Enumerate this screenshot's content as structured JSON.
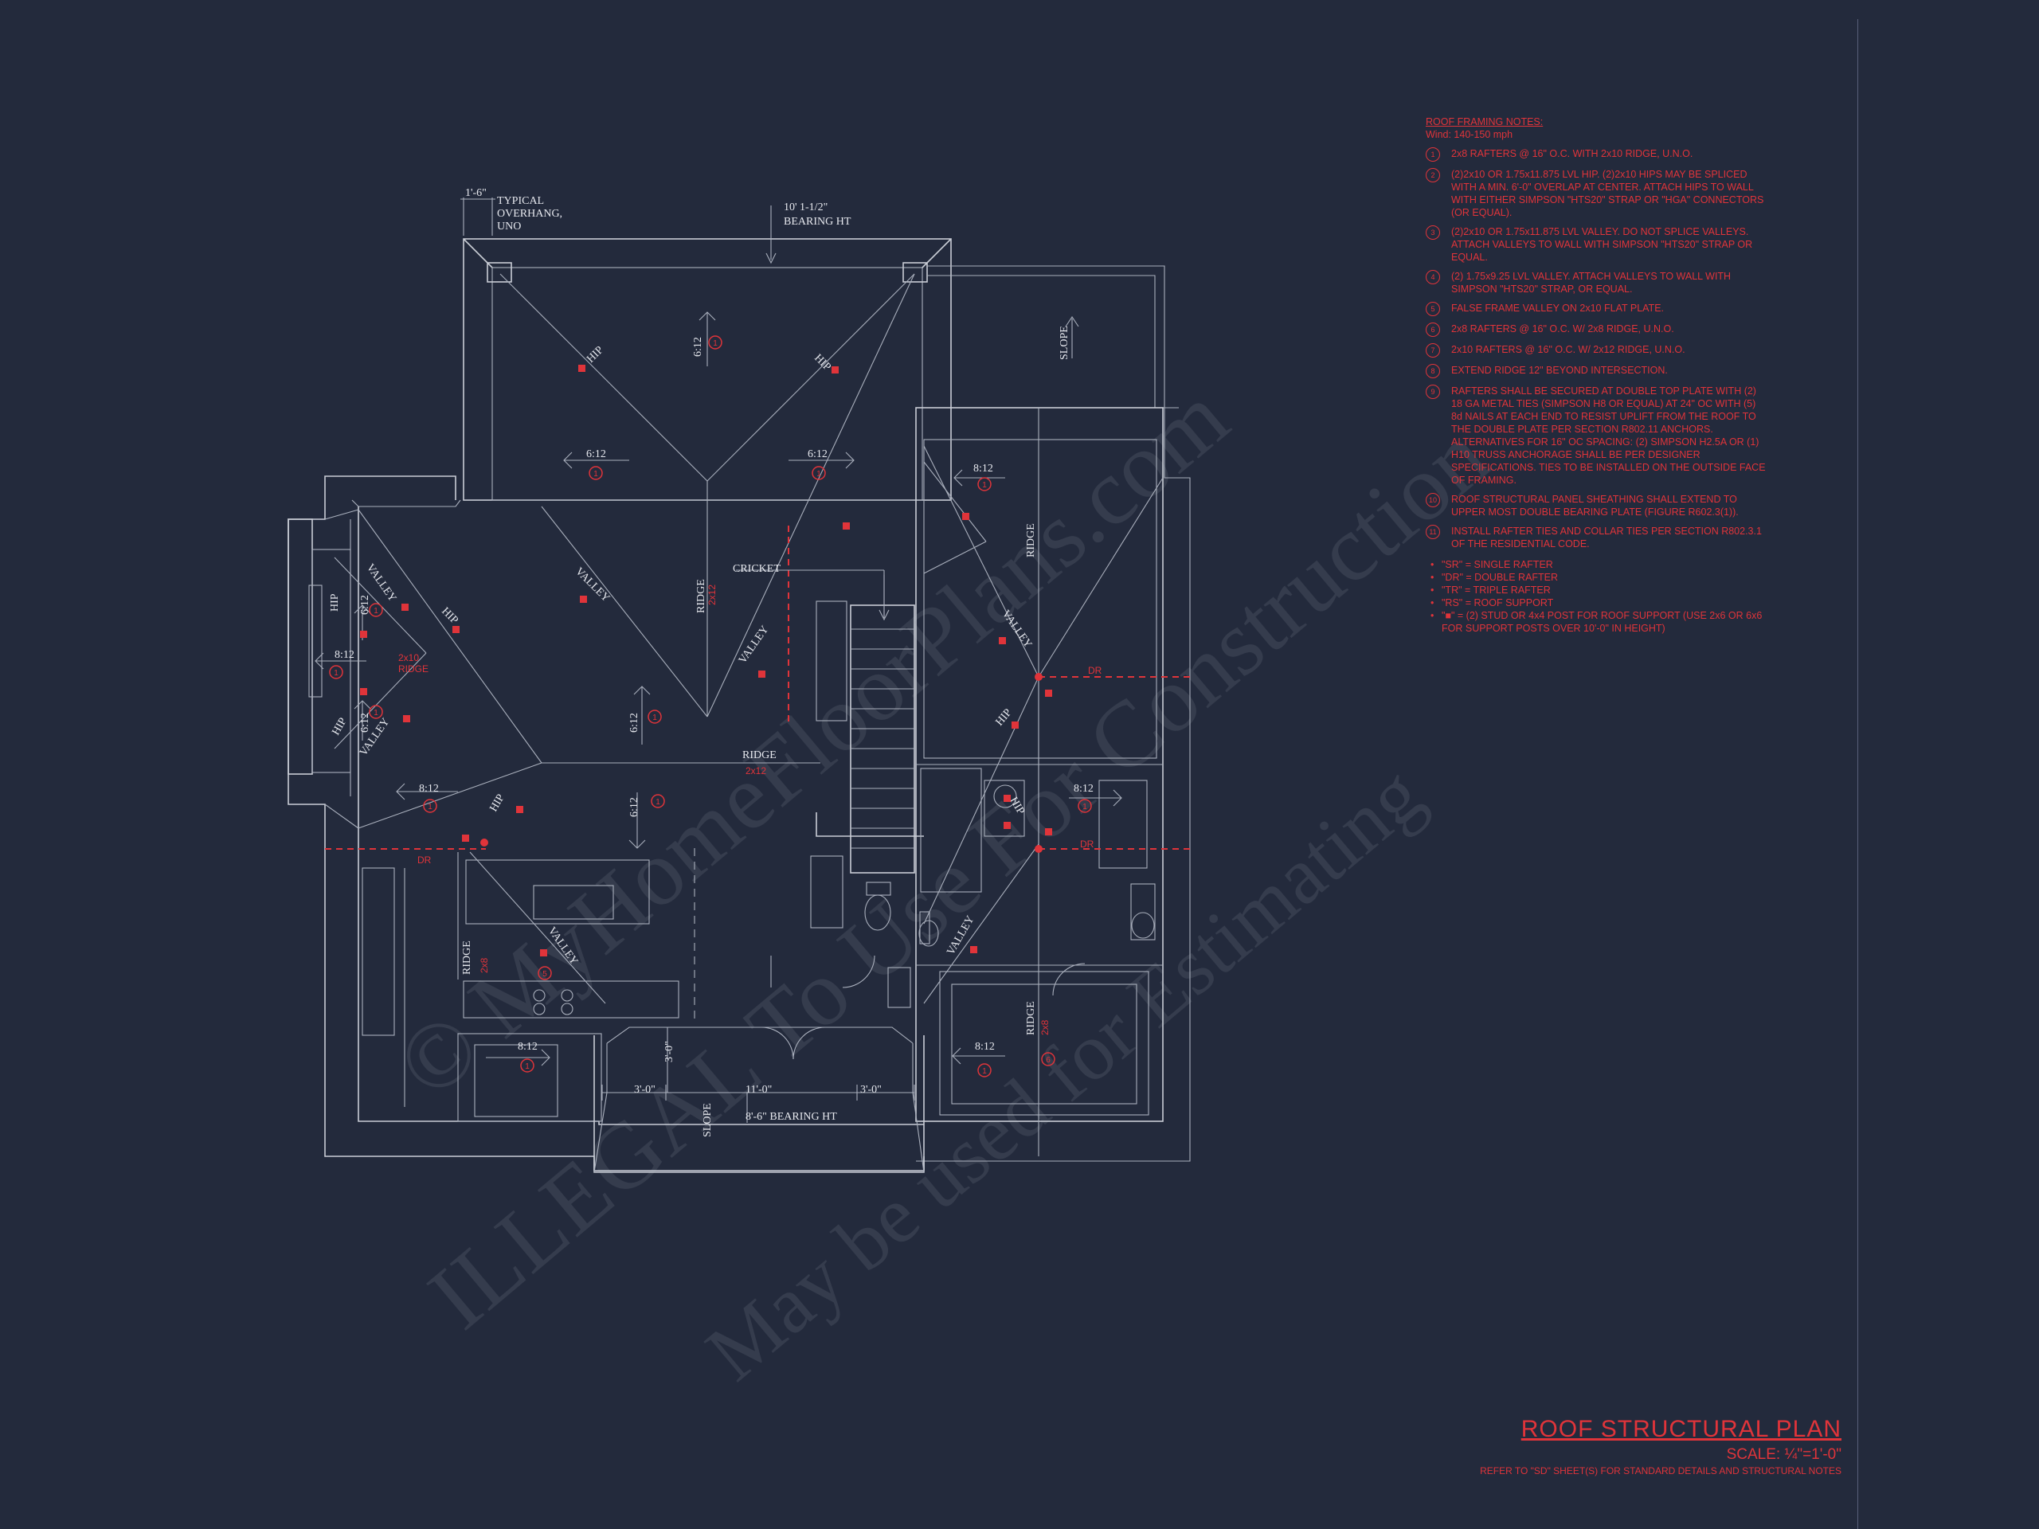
{
  "plan": {
    "overhang_dim": "1'-6\"",
    "overhang_note_1": "TYPICAL",
    "overhang_note_2": "OVERHANG,",
    "overhang_note_3": "UNO",
    "bearing_top_dim": "10' 1-1/2\"",
    "bearing_top_label": "BEARING HT",
    "bearing_bottom": "8'-6\" BEARING HT",
    "dim_left": "3'-0\"",
    "dim_mid": "11'-0\"",
    "dim_right": "3'-0\"",
    "dim_vert": "3'-0\"",
    "labels": {
      "hip": "HIP",
      "valley": "VALLEY",
      "ridge": "RIDGE",
      "cricket": "CRICKET",
      "slope": "SLOPE",
      "dr": "DR",
      "p612": "6:12",
      "p812": "8:12",
      "r2x12": "2x12",
      "r2x10": "2x10",
      "r2x8": "2x8",
      "ridge_red": "RIDGE",
      "ref1": "1",
      "ref5": "5",
      "ref6": "6"
    }
  },
  "notes": {
    "heading": "ROOF FRAMING NOTES:",
    "wind": "Wind: 140-150 mph",
    "items": [
      {
        "n": "1",
        "text": "2x8 RAFTERS @ 16\" O.C. WITH 2x10 RIDGE, U.N.O."
      },
      {
        "n": "2",
        "text": "(2)2x10 OR 1.75x11.875 LVL HIP. (2)2x10 HIPS MAY BE SPLICED WITH A MIN. 6'-0\" OVERLAP AT CENTER. ATTACH HIPS TO WALL WITH EITHER SIMPSON \"HTS20\" STRAP OR \"HGA\" CONNECTORS (OR EQUAL)."
      },
      {
        "n": "3",
        "text": "(2)2x10 OR 1.75x11.875 LVL VALLEY. DO NOT SPLICE VALLEYS. ATTACH VALLEYS TO WALL WITH SIMPSON \"HTS20\" STRAP OR EQUAL."
      },
      {
        "n": "4",
        "text": "(2) 1.75x9.25 LVL VALLEY. ATTACH VALLEYS TO WALL WITH SIMPSON \"HTS20\" STRAP, OR EQUAL."
      },
      {
        "n": "5",
        "text": "FALSE FRAME VALLEY ON 2x10 FLAT PLATE."
      },
      {
        "n": "6",
        "text": "2x8 RAFTERS @ 16\" O.C. W/ 2x8 RIDGE, U.N.O."
      },
      {
        "n": "7",
        "text": "2x10 RAFTERS @ 16\" O.C. W/ 2x12 RIDGE, U.N.O."
      },
      {
        "n": "8",
        "text": "EXTEND RIDGE 12\" BEYOND INTERSECTION."
      },
      {
        "n": "9",
        "text": "RAFTERS SHALL BE SECURED AT DOUBLE TOP PLATE WITH (2) 18 GA METAL TIES (SIMPSON H8 OR EQUAL) AT 24\" OC WITH (5) 8d NAILS AT EACH END TO RESIST UPLIFT FROM THE ROOF TO THE DOUBLE PLATE PER SECTION R802.11 ANCHORS. ALTERNATIVES FOR 16\" OC SPACING: (2) SIMPSON H2.5A OR (1) H10 TRUSS ANCHORAGE SHALL BE PER DESIGNER SPECIFICATIONS. TIES TO BE INSTALLED ON THE OUTSIDE FACE OF FRAMING."
      },
      {
        "n": "10",
        "text": "ROOF STRUCTURAL PANEL SHEATHING SHALL EXTEND TO UPPER MOST DOUBLE BEARING PLATE (FIGURE R602.3(1))."
      },
      {
        "n": "11",
        "text": "INSTALL RAFTER TIES AND COLLAR TIES PER SECTION R802.3.1 OF THE RESIDENTIAL CODE."
      }
    ],
    "legend": [
      {
        "b": "•",
        "text": "\"SR\" = SINGLE RAFTER"
      },
      {
        "b": "•",
        "text": "\"DR\" = DOUBLE RAFTER"
      },
      {
        "b": "•",
        "text": "\"TR\" = TRIPLE RAFTER"
      },
      {
        "b": "•",
        "text": "\"RS\" = ROOF SUPPORT"
      },
      {
        "b": "•",
        "text": "\"■\" = (2) STUD OR 4x4 POST FOR ROOF SUPPORT (USE 2x6 OR 6x6 FOR SUPPORT POSTS OVER 10'-0\" IN HEIGHT)"
      }
    ]
  },
  "title_block": {
    "title": "ROOF STRUCTURAL PLAN",
    "scale": "SCALE: ¼\"=1'-0\"",
    "refer": "REFER TO \"SD\" SHEET(S) FOR STANDARD DETAILS AND STRUCTURAL NOTES"
  },
  "watermark": {
    "line1": "© MyHomeFloorPlans.com",
    "line2": "ILLEGAL To Use For Construction",
    "line3": "May be used for Estimating"
  },
  "colors": {
    "background": "#232a3c",
    "lines": "#c9cdd6",
    "accent": "#e0343a"
  }
}
